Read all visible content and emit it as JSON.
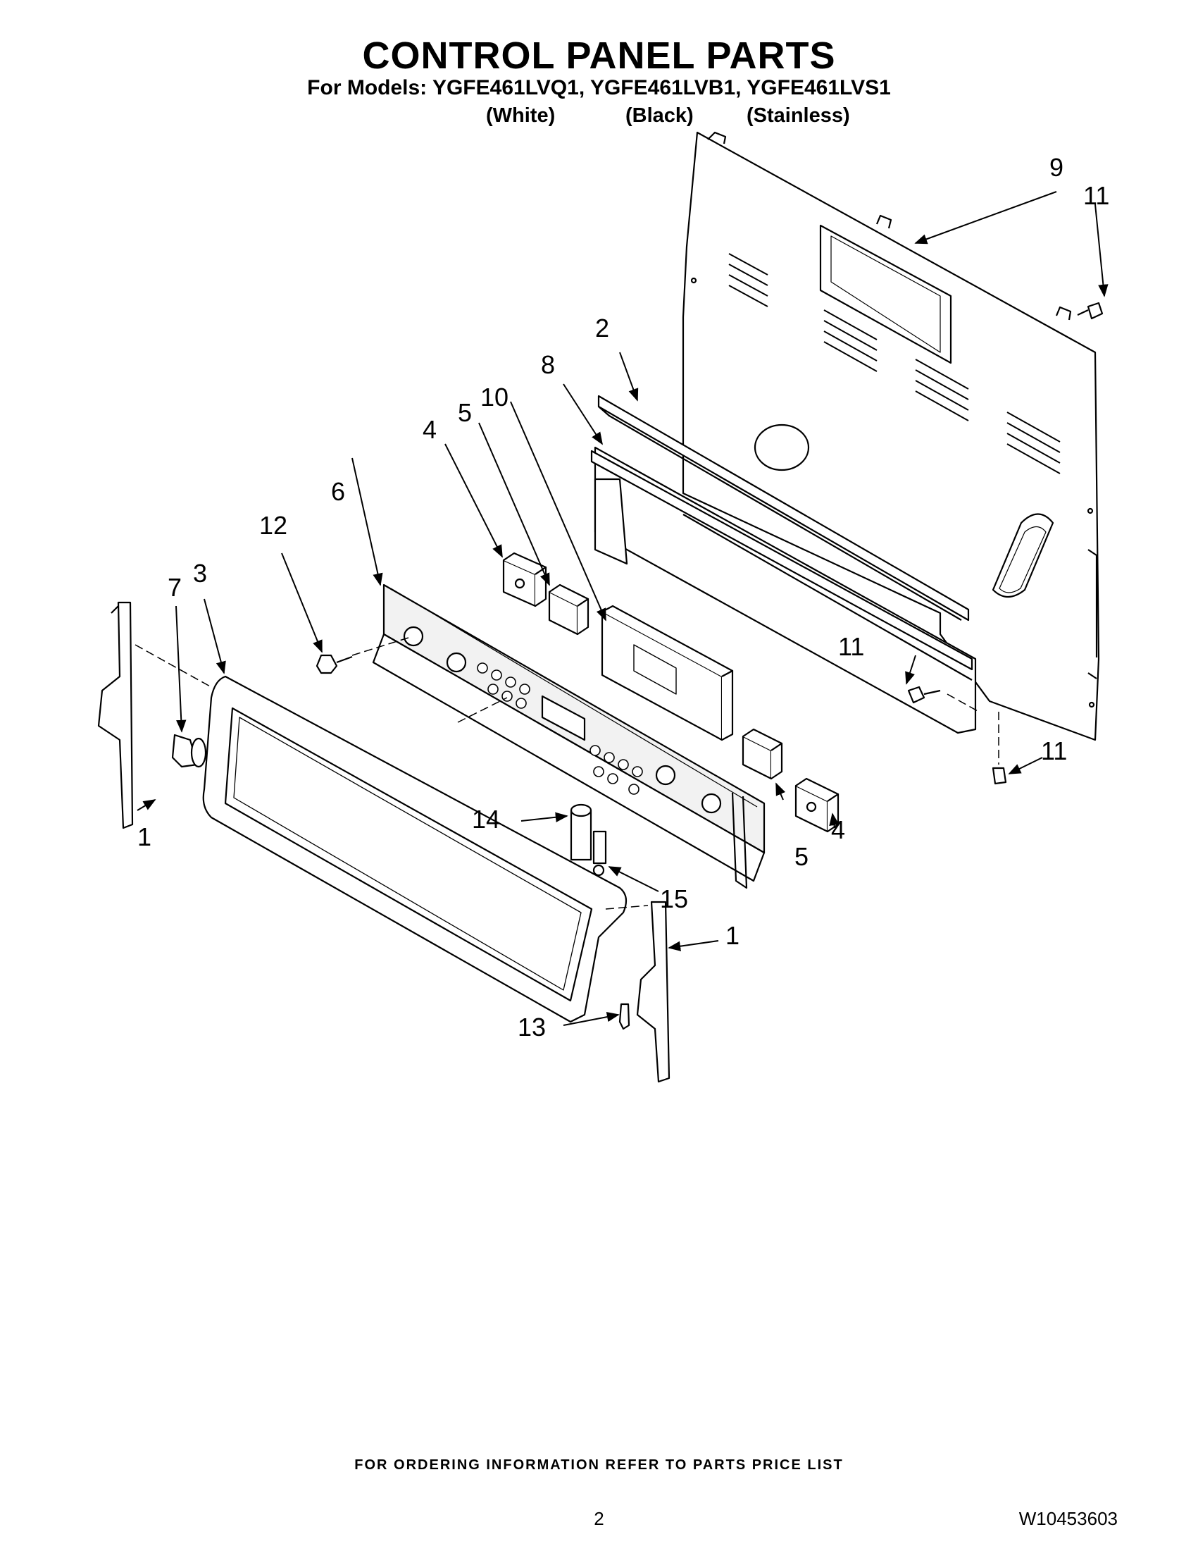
{
  "header": {
    "title": "CONTROL PANEL PARTS",
    "models": "For Models: YGFE461LVQ1, YGFE461LVB1, YGFE461LVS1",
    "finishes": [
      "(White)",
      "(Black)",
      "(Stainless)"
    ]
  },
  "callouts": {
    "c1a": "1",
    "c1b": "1",
    "c2": "2",
    "c3": "3",
    "c4a": "4",
    "c4b": "4",
    "c5a": "5",
    "c5b": "5",
    "c6": "6",
    "c7": "7",
    "c8": "8",
    "c9": "9",
    "c10": "10",
    "c11a": "11",
    "c11b": "11",
    "c11c": "11",
    "c12": "12",
    "c13": "13",
    "c14": "14",
    "c15": "15"
  },
  "footer": {
    "ordering": "FOR ORDERING INFORMATION REFER TO PARTS PRICE LIST",
    "page": "2",
    "doc_number": "W10453603"
  }
}
